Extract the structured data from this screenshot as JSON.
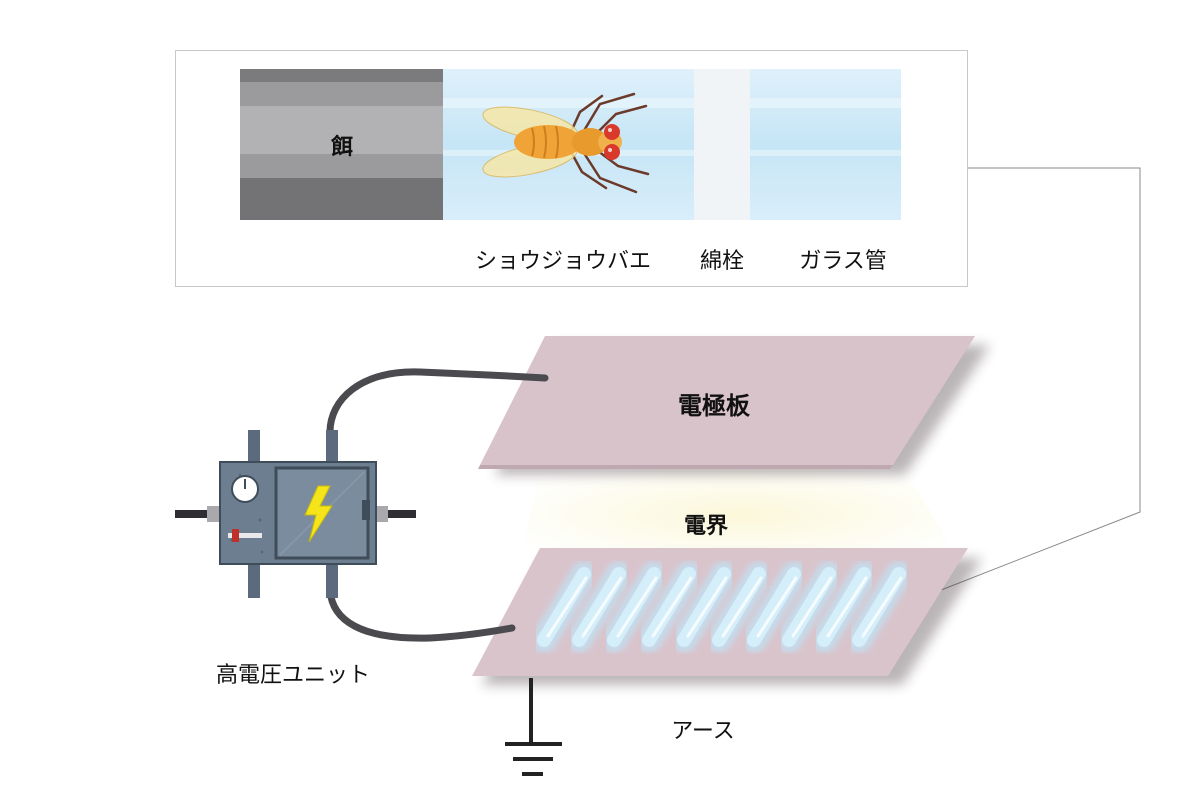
{
  "labels": {
    "bait": "餌",
    "fly": "ショウジョウバエ",
    "cotton_plug": "綿栓",
    "glass_tube": "ガラス管",
    "electrode_plate": "電極板",
    "electric_field": "電界",
    "high_voltage_unit": "高電圧ユニット",
    "earth": "アース"
  },
  "colors": {
    "bait_gray": "#8c8c8f",
    "tube_blue": "#cfe9f7",
    "cotton_white": "#f3f6f8",
    "plate_pink": "#d8c3cb",
    "cable": "#4a4a4f",
    "unit_body": "#6c7e90",
    "lightning": "#f5e41a",
    "field_glow": "#f7f2c4",
    "fly_body": "#f2a43a",
    "fly_eye": "#d8392b"
  },
  "icons": {
    "ground": "ground-symbol-icon",
    "gauge": "gauge-icon",
    "lightning": "lightning-bolt-icon",
    "fly": "fruit-fly-icon"
  },
  "tube_count": 10
}
